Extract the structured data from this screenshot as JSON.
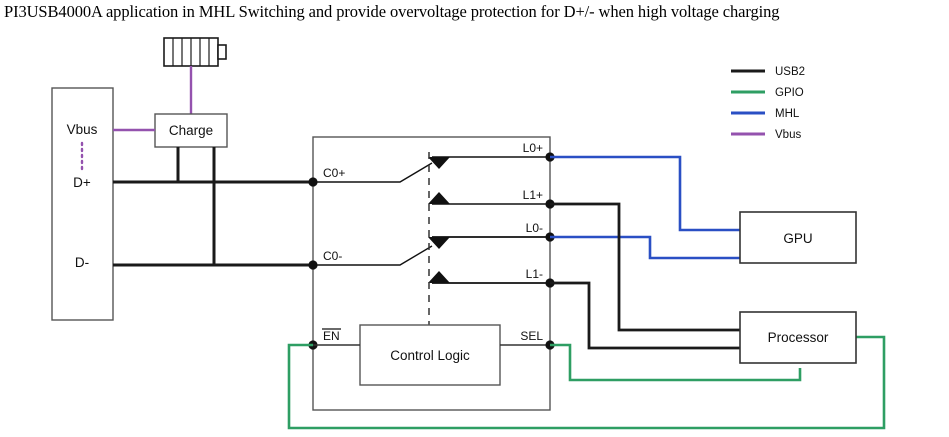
{
  "title": "PI3USB4000A application in MHL Switching and provide overvoltage protection for D+/- when high voltage charging",
  "colors": {
    "usb2": "#1a1a1a",
    "gpio": "#2e9e63",
    "mhl": "#2a4fc4",
    "vbus": "#9452ae",
    "block_stroke": "#555555",
    "chip_stroke": "#555555",
    "text": "#111111",
    "background": "#ffffff"
  },
  "legend": {
    "items": [
      {
        "label": "USB2",
        "color": "#1a1a1a"
      },
      {
        "label": "GPIO",
        "color": "#2e9e63"
      },
      {
        "label": "MHL",
        "color": "#2a4fc4"
      },
      {
        "label": "Vbus",
        "color": "#9452ae"
      }
    ]
  },
  "connector": {
    "name": "usb-connector",
    "pins": [
      {
        "label": "Vbus"
      },
      {
        "label": "D+"
      },
      {
        "label": "D-"
      }
    ]
  },
  "blocks": {
    "battery": {
      "label": "",
      "segments": 6
    },
    "charge": {
      "label": "Charge"
    },
    "control_logic": {
      "label": "Control Logic"
    },
    "gpu": {
      "label": "GPU"
    },
    "processor": {
      "label": "Processor"
    }
  },
  "chip": {
    "name": "PI3USB4000A",
    "left_pins": [
      {
        "label": "C0+"
      },
      {
        "label": "C0-"
      },
      {
        "label": "EN",
        "overline": true
      }
    ],
    "right_pins": [
      {
        "label": "L0+",
        "net": "MHL"
      },
      {
        "label": "L1+",
        "net": "USB2"
      },
      {
        "label": "L0-",
        "net": "MHL"
      },
      {
        "label": "L1-",
        "net": "USB2"
      },
      {
        "label": "SEL",
        "net": "GPIO"
      }
    ]
  }
}
